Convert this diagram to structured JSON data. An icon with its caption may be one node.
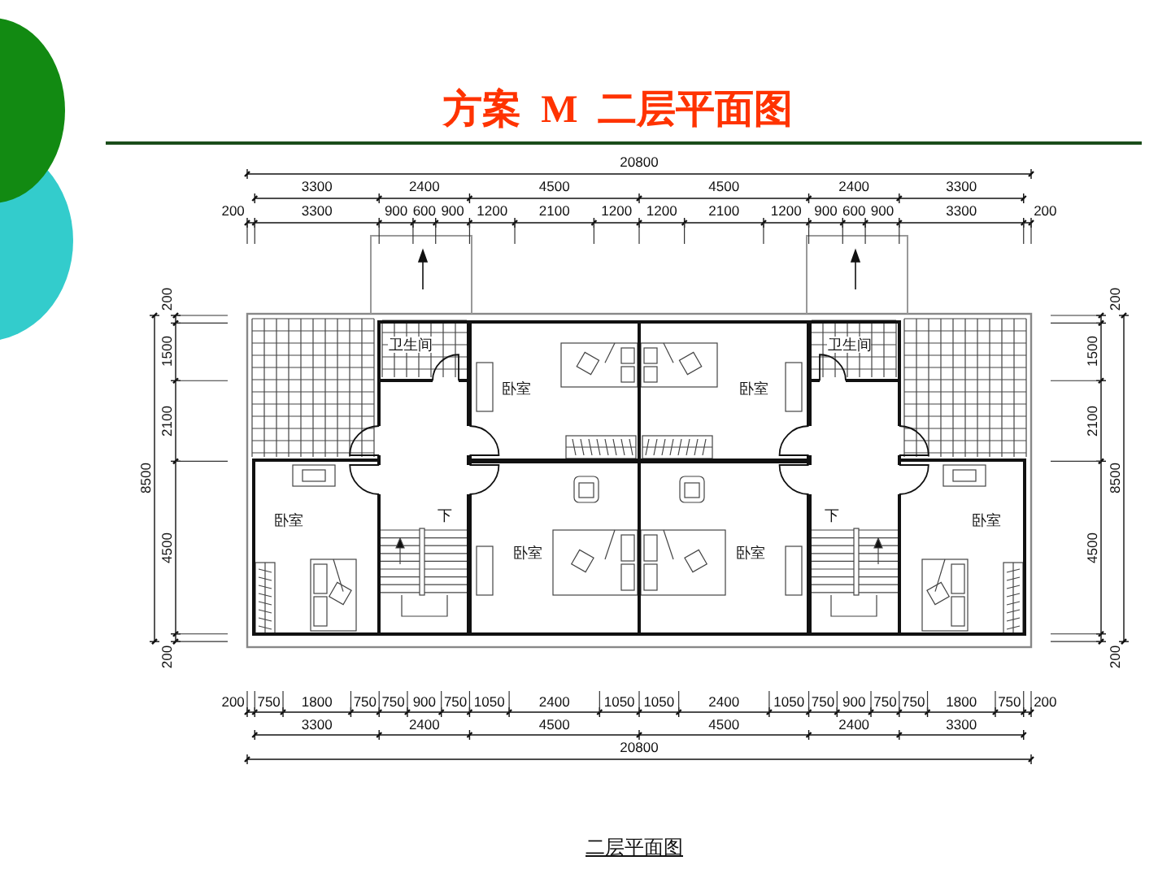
{
  "diagram": {
    "title": "方案 M 二层平面图",
    "caption": "二层平面图",
    "nodes": [
      {
        "text": [
          "卫生间"
        ]
      },
      {
        "text": [
          "卧室"
        ]
      },
      {
        "text": [
          "卧室"
        ]
      },
      {
        "text": [
          "卫生间"
        ]
      },
      {
        "text": [
          "卧室"
        ]
      },
      {
        "text": [
          "下"
        ]
      },
      {
        "text": [
          "卧室"
        ]
      },
      {
        "text": [
          "卧室"
        ]
      },
      {
        "text": [
          "下"
        ]
      },
      {
        "text": [
          "卧室"
        ]
      }
    ],
    "labels": [
      "20800",
      "3300",
      "2400",
      "4500",
      "4500",
      "2400",
      "3300",
      "200",
      "3300",
      "900",
      "600",
      "900",
      "1200",
      "2100",
      "1200",
      "1200",
      "2100",
      "1200",
      "900",
      "600",
      "900",
      "3300",
      "200",
      "200",
      "1500",
      "2100",
      "8500",
      "4500",
      "200",
      "200",
      "1500",
      "2100",
      "8500",
      "4500",
      "200",
      "200",
      "750",
      "1800",
      "750",
      "750",
      "900",
      "750",
      "1050",
      "2400",
      "1050",
      "1050",
      "2400",
      "1050",
      "750",
      "900",
      "750",
      "750",
      "1800",
      "750",
      "200",
      "3300",
      "2400",
      "4500",
      "4500",
      "2400",
      "3300",
      "20800"
    ]
  }
}
